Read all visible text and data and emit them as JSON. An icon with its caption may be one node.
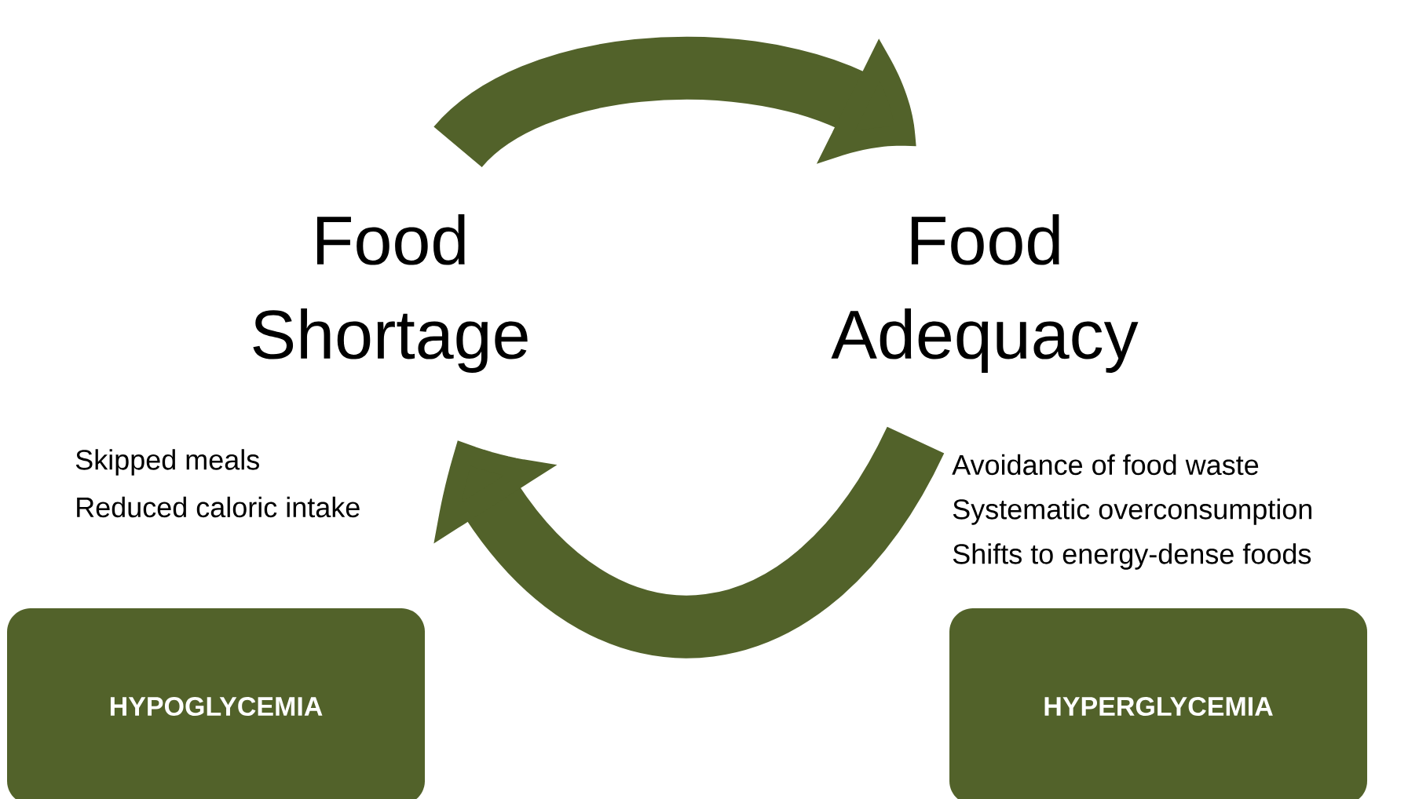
{
  "diagram": {
    "nodes": [
      {
        "text": [
          "Food Shortage"
        ]
      },
      {
        "text": [
          "Food Adequacy"
        ]
      },
      {
        "text": [
          "HYPOGLYCEMIA"
        ]
      },
      {
        "text": [
          "HYPERGLYCEMIA"
        ]
      }
    ],
    "edges": [
      {
        "from": 0,
        "to": 1,
        "arrow": "to"
      },
      {
        "from": 1,
        "to": 0,
        "arrow": "to"
      }
    ],
    "labels": [
      "Skipped meals",
      "Reduced caloric intake",
      "Avoidance of food waste",
      "Systematic overconsumption",
      "Shifts to energy-dense foods"
    ]
  }
}
